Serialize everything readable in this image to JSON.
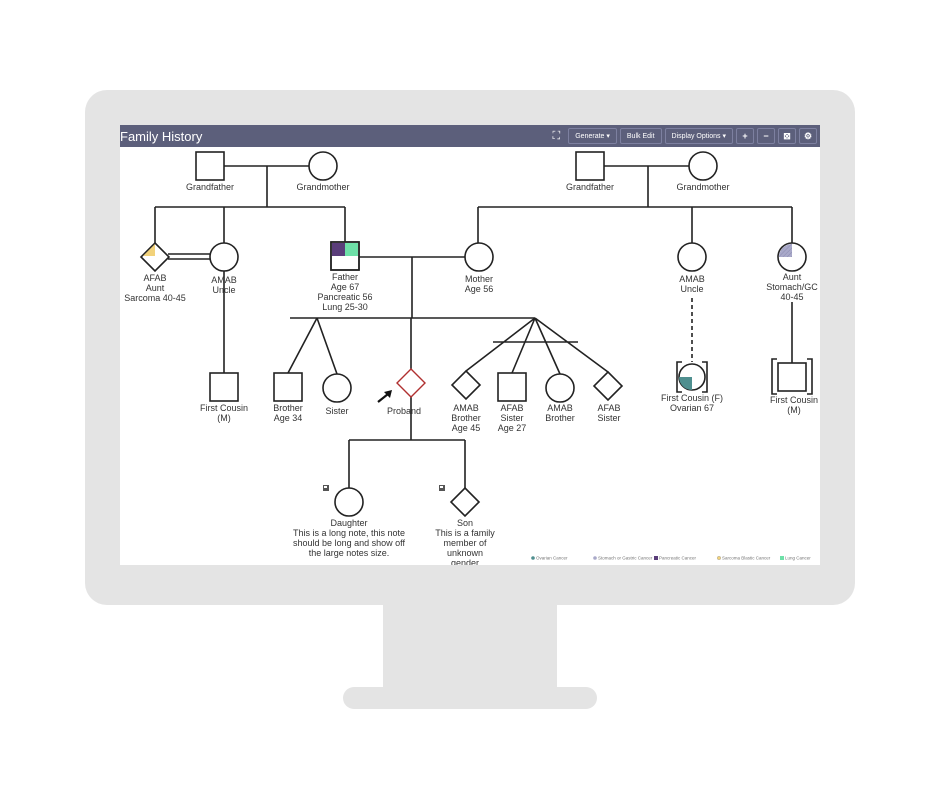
{
  "header": {
    "title": "Family History",
    "generate": "Generate ▾",
    "bulk_edit": "Bulk Edit",
    "display_options": "Display Options ▾",
    "zoom_in": "+",
    "zoom_out": "−",
    "fit": "⊠",
    "settings": "⚙",
    "fullscreen": "⛶"
  },
  "colors": {
    "header": "#5c5f7b",
    "pancreatic": "#5a3d7a",
    "lung": "#6ee0a8",
    "ovarian": "#4f8f8f",
    "stomach": "#a9a9c9",
    "sarcoma": "#f2d27a",
    "proband": "#b03030"
  },
  "people": {
    "lgf": [
      "Grandfather"
    ],
    "lgm": [
      "Grandmother"
    ],
    "aunt": [
      "AFAB",
      "Aunt",
      "Sarcoma 40-45"
    ],
    "uncle": [
      "AMAB",
      "Uncle"
    ],
    "cousin1": [
      "First Cousin",
      "(M)"
    ],
    "father": [
      "Father",
      "Age 67",
      "Pancreatic 56",
      "Lung 25-30"
    ],
    "mother": [
      "Mother",
      "Age 56"
    ],
    "brother": [
      "Brother",
      "Age 34"
    ],
    "sister": [
      "Sister"
    ],
    "proband": [
      "Proband"
    ],
    "amabbro45": [
      "AMAB",
      "Brother",
      "Age 45"
    ],
    "afabsis27": [
      "AFAB",
      "Sister",
      "Age 27"
    ],
    "amabbro": [
      "AMAB",
      "Brother"
    ],
    "afabsis": [
      "AFAB",
      "Sister"
    ],
    "daughter": [
      "Daughter",
      "This is a long note, this note",
      "should be long and show off",
      "the large notes size."
    ],
    "son": [
      "Son",
      "This is a family",
      "member of",
      "unknown",
      "gender"
    ],
    "rgf": [
      "Grandfather"
    ],
    "rgm": [
      "Grandmother"
    ],
    "runcle": [
      "AMAB",
      "Uncle"
    ],
    "raunt": [
      "Aunt",
      "Stomach/GC",
      "40-45"
    ],
    "cousinf": [
      "First Cousin (F)",
      "Ovarian 67"
    ],
    "cousinm": [
      "First Cousin",
      "(M)"
    ]
  },
  "legend": [
    "Ovarian Cancer",
    "Stomach or Gastric Cancer",
    "Pancreatic Cancer",
    "Sarcoma Blastic Cancer",
    "Lung Cancer"
  ]
}
